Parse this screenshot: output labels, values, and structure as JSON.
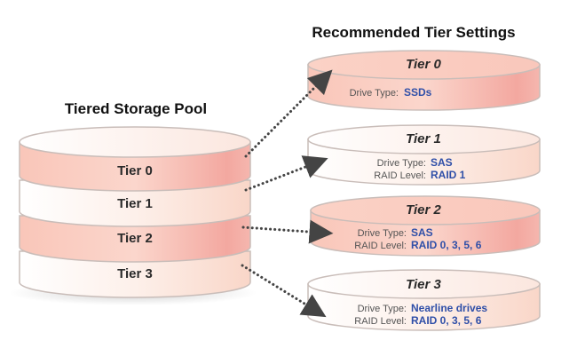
{
  "pool": {
    "title": "Tiered Storage Pool",
    "tiers": [
      {
        "label": "Tier 0",
        "color": "#f6b3a8"
      },
      {
        "label": "Tier 1",
        "color": "#fbe3da"
      },
      {
        "label": "Tier 2",
        "color": "#f6b3a8"
      },
      {
        "label": "Tier 3",
        "color": "#fbe3da"
      }
    ]
  },
  "settings": {
    "title": "Recommended Tier Settings",
    "tiers": [
      {
        "title": "Tier 0",
        "drive_type_label": "Drive Type:",
        "drive_type": "SSDs",
        "color": "#f6b3a8"
      },
      {
        "title": "Tier 1",
        "drive_type_label": "Drive Type:",
        "drive_type": "SAS",
        "raid_label": "RAID Level:",
        "raid": "RAID 1",
        "color": "#fbe3da"
      },
      {
        "title": "Tier 2",
        "drive_type_label": "Drive Type:",
        "drive_type": "SAS",
        "raid_label": "RAID Level:",
        "raid": "RAID 0, 3, 5, 6",
        "color": "#f6b3a8"
      },
      {
        "title": "Tier 3",
        "drive_type_label": "Drive Type:",
        "drive_type": "Nearline drives",
        "raid_label": "RAID Level:",
        "raid": "RAID 0, 3, 5, 6",
        "color": "#fbe3da"
      }
    ]
  },
  "colors": {
    "accent_text": "#2f4fa8",
    "pink": "#f6b3a8",
    "light": "#fbe3da",
    "outline": "#c9bdb9",
    "arrow": "#444444"
  }
}
